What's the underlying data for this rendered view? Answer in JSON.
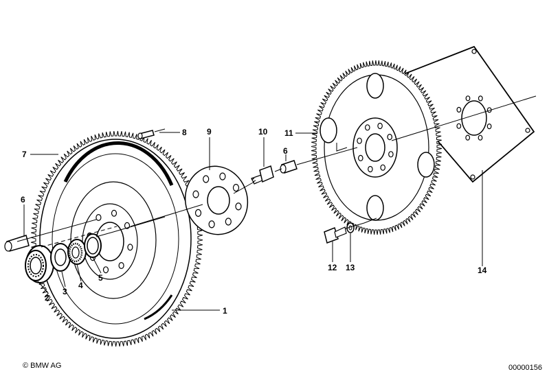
{
  "callouts": {
    "c1": "1",
    "c2": "2",
    "c3": "3",
    "c4": "4",
    "c5": "5",
    "c6a": "6",
    "c6b": "6",
    "c7": "7",
    "c8": "8",
    "c9": "9",
    "c10": "10",
    "c11": "11",
    "c12": "12",
    "c13": "13",
    "c14": "14"
  },
  "footer": {
    "copyright": "© BMW AG",
    "diagram_id": "00000156"
  },
  "colors": {
    "ink": "#000000",
    "paper": "#ffffff"
  }
}
